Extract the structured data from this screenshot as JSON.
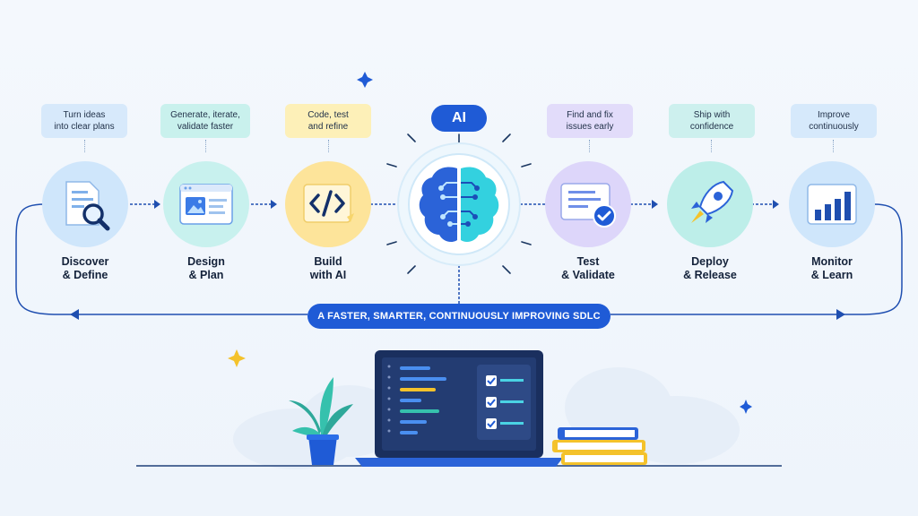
{
  "ai_label": "AI",
  "banner": "A FASTER, SMARTER, CONTINUOUSLY IMPROVING SDLC",
  "stages": [
    {
      "desc": "Turn ideas\ninto clear plans",
      "name": "Discover\n& Define",
      "icon": "document-search-icon"
    },
    {
      "desc": "Generate, iterate,\nvalidate faster",
      "name": "Design\n& Plan",
      "icon": "design-window-icon"
    },
    {
      "desc": "Code, test\nand refine",
      "name": "Build\nwith AI",
      "icon": "code-icon"
    },
    {
      "desc": "Find and fix\nissues early",
      "name": "Test\n& Validate",
      "icon": "checklist-icon"
    },
    {
      "desc": "Ship with\nconfidence",
      "name": "Deploy\n& Release",
      "icon": "rocket-icon"
    },
    {
      "desc": "Improve\ncontinuously",
      "name": "Monitor\n& Learn",
      "icon": "bar-chart-icon"
    }
  ],
  "colors": {
    "primary": "#1f5bd6",
    "discover": "#cfe6fb",
    "design": "#c8f1ee",
    "build": "#fdf0b8",
    "test": "#e2dcfa",
    "deploy": "#cdf0ee",
    "monitor": "#d6e9fb"
  }
}
